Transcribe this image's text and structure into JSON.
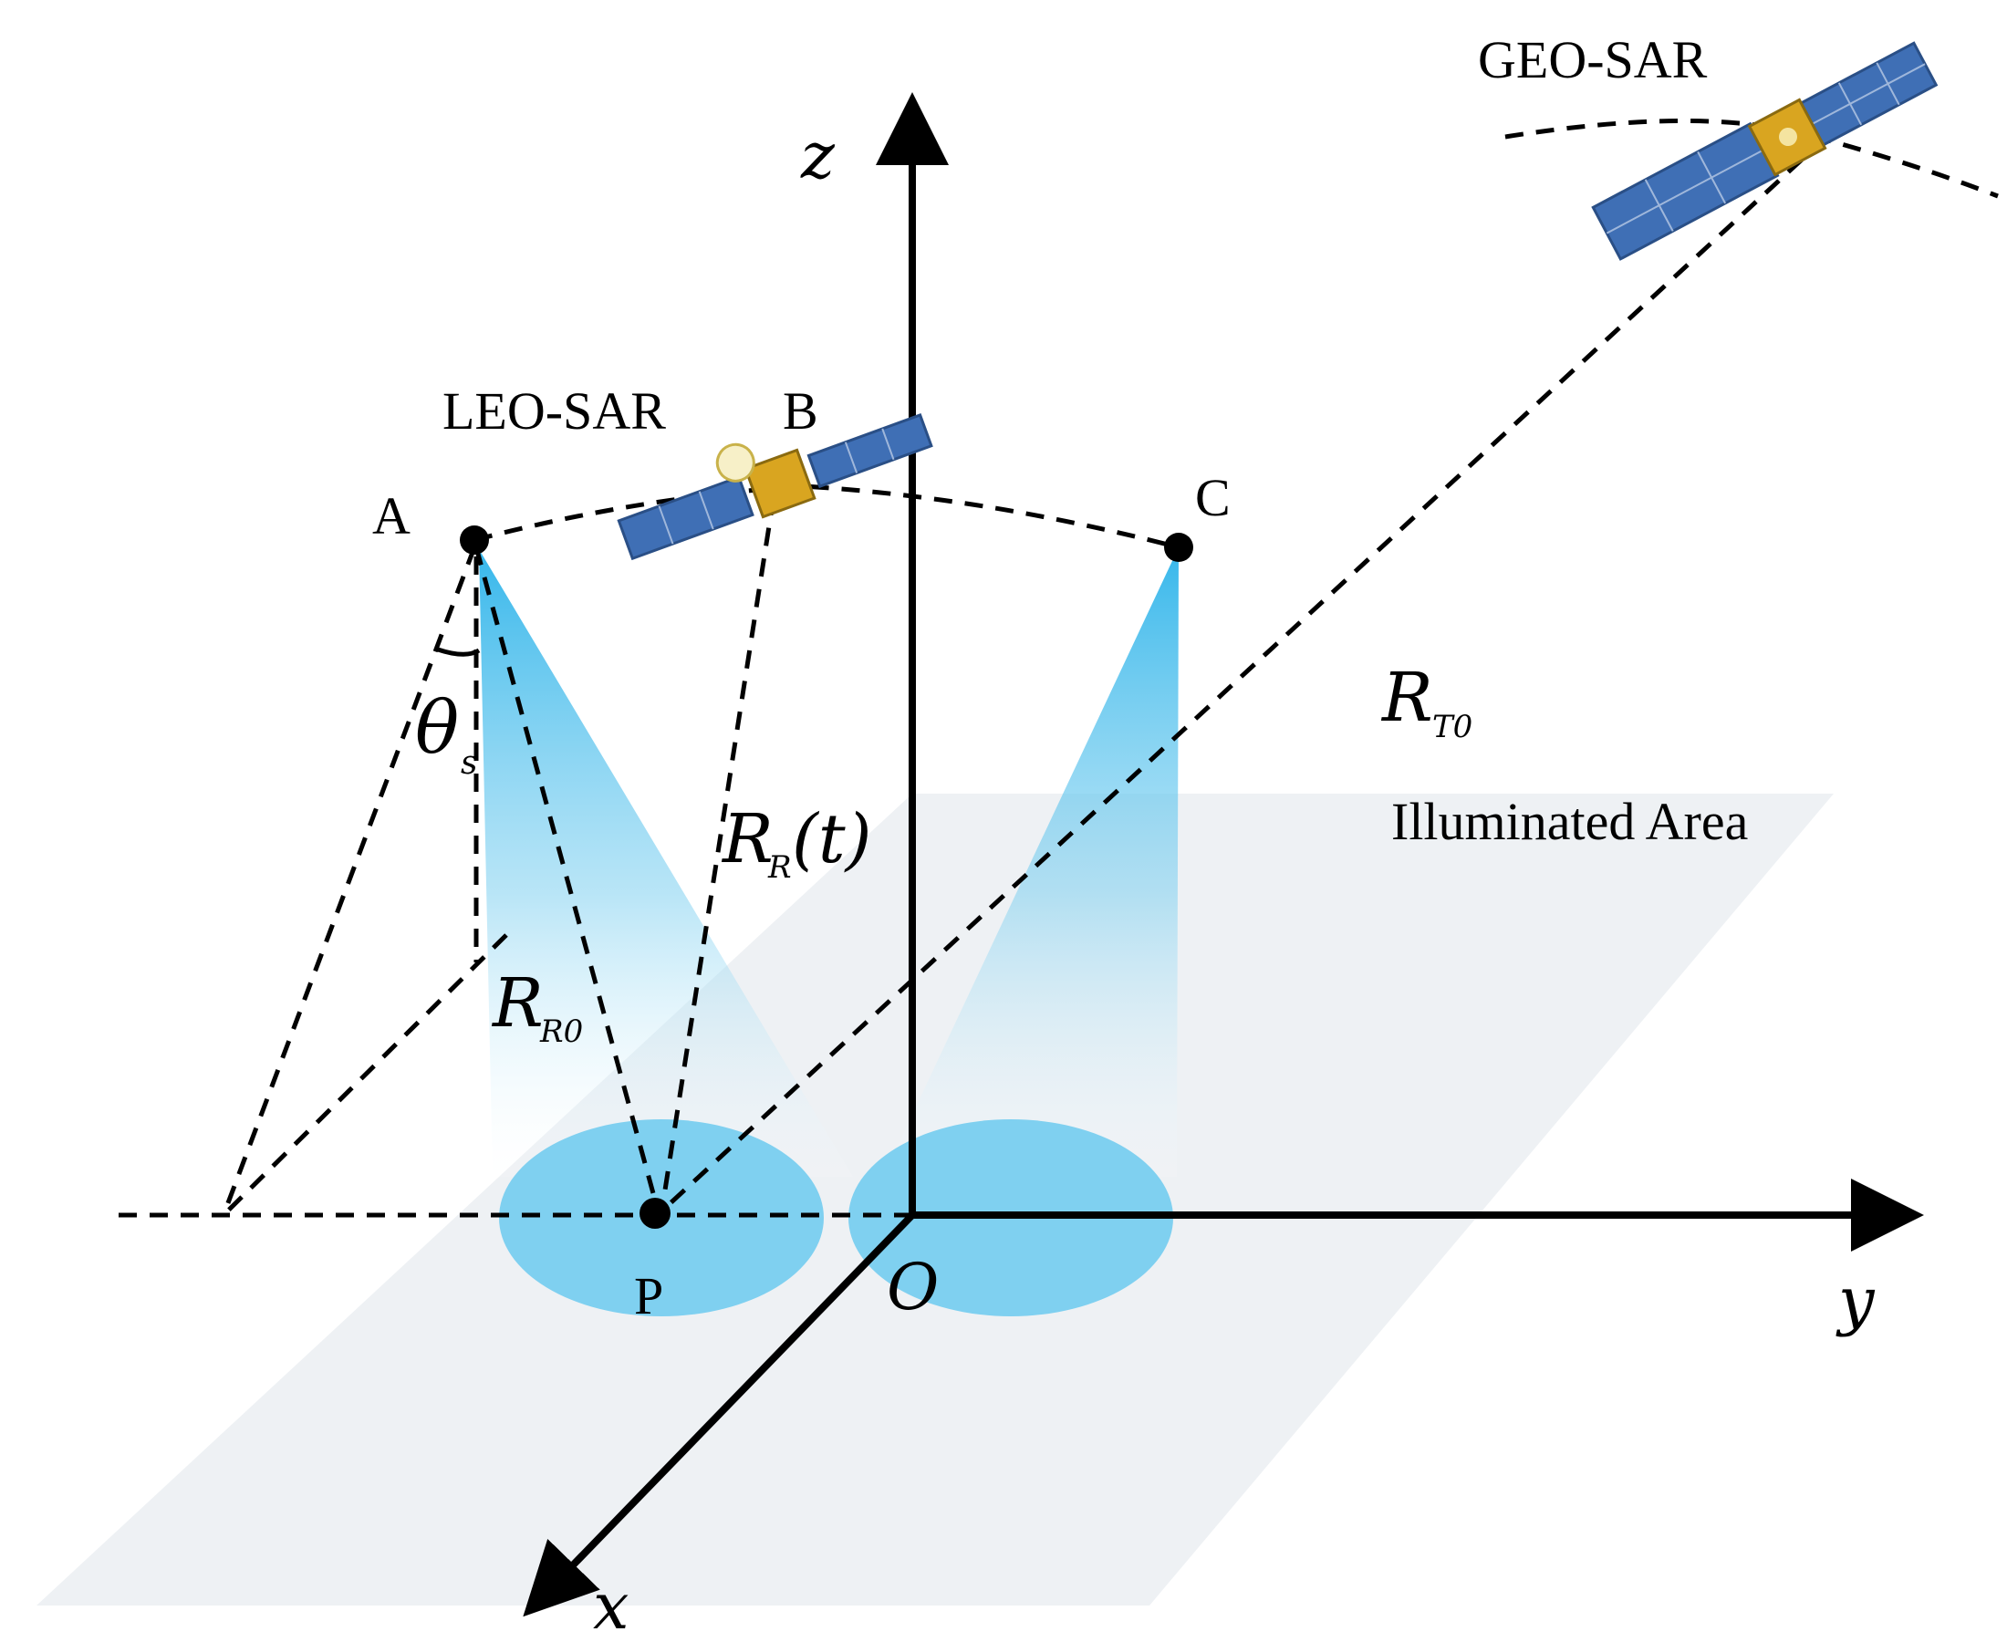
{
  "labels": {
    "geo_sar": "GEO-SAR",
    "leo_sar": "LEO-SAR",
    "point_a": "A",
    "point_b": "B",
    "point_c": "C",
    "point_p": "P",
    "origin": "O",
    "axis_x": "x",
    "axis_y": "y",
    "axis_z": "z",
    "illuminated_area": "Illuminated Area",
    "theta": "θ",
    "theta_sub": "s",
    "r_t0_main": "R",
    "r_t0_sub": "T0",
    "r_r_t_main": "R",
    "r_r_t_sub": "R",
    "r_r_t_arg": "(t)",
    "r_r0_main": "R",
    "r_r0_sub": "R0"
  },
  "colors": {
    "beam_blue": "#2bb3ea",
    "footprint_blue": "#7fd0f0",
    "ground_plane": "#eef1f4",
    "panel_blue": "#3f6fb5",
    "body_gold": "#d9a520"
  },
  "icons": {
    "satellite": "satellite-icon"
  }
}
